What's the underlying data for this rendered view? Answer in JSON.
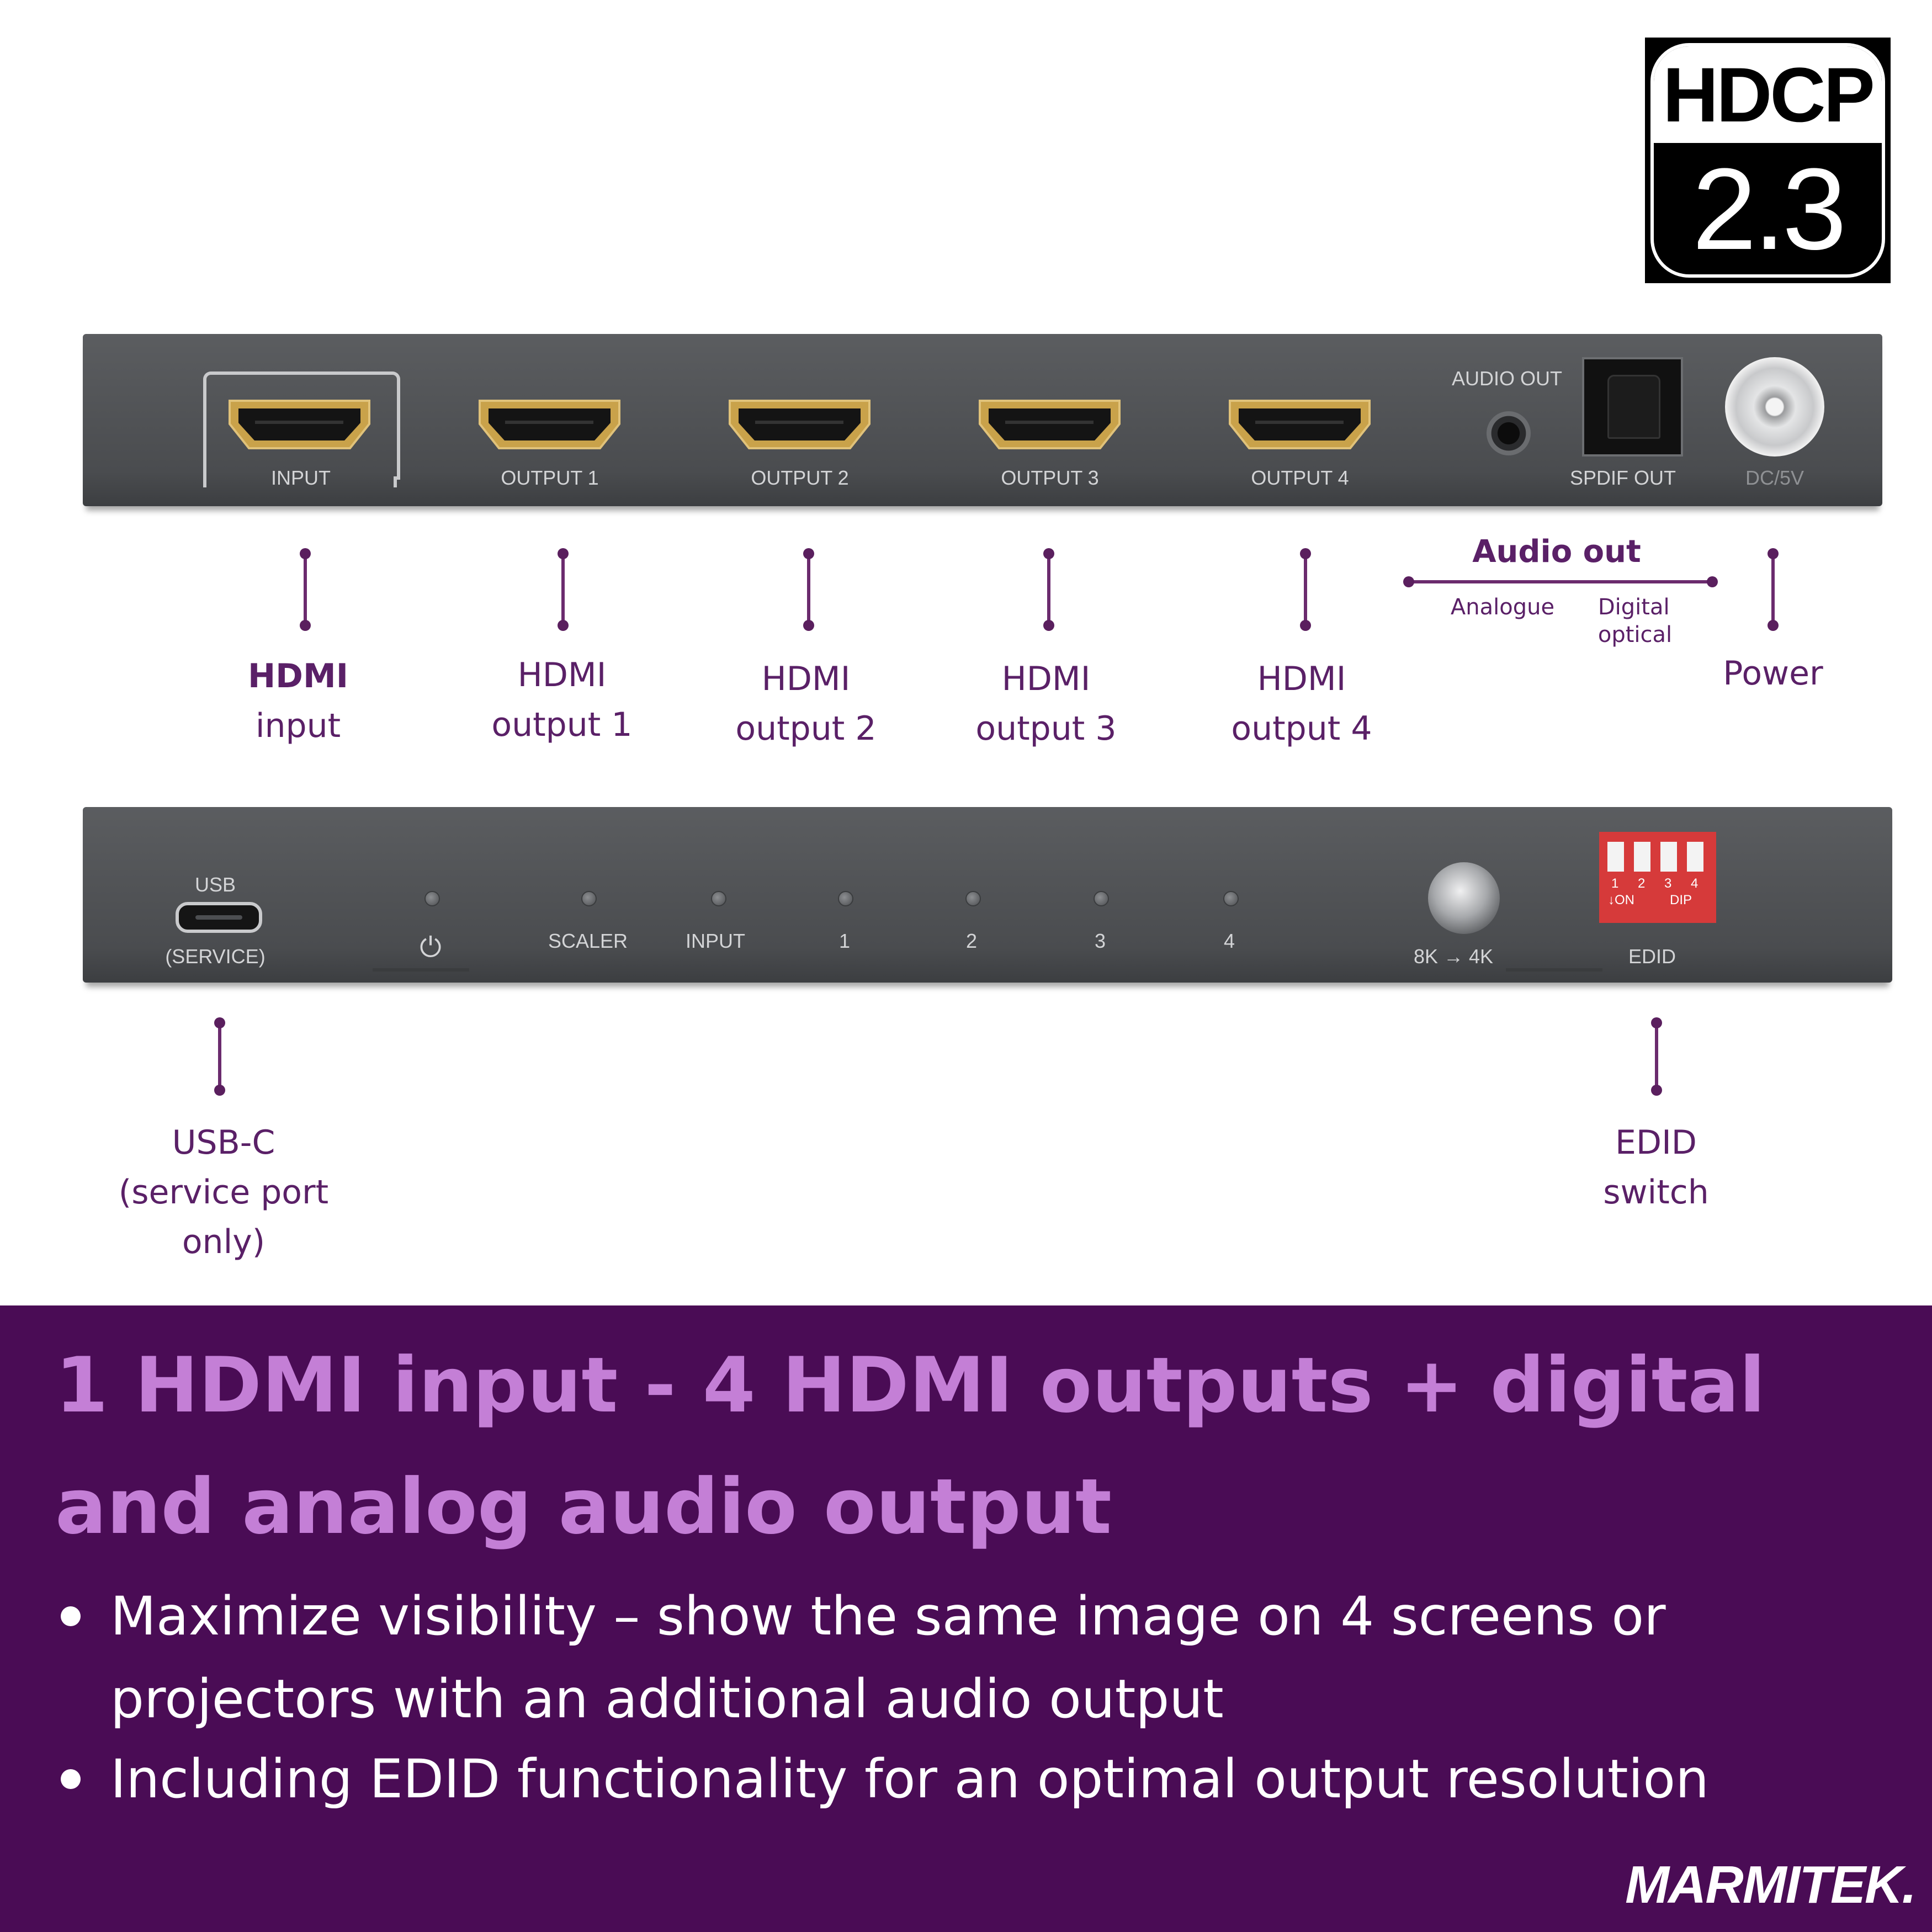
{
  "badge": {
    "top": "HDCP",
    "bottom": "2.3"
  },
  "back_panel": {
    "ports": [
      "INPUT",
      "OUTPUT 1",
      "OUTPUT 2",
      "OUTPUT 3",
      "OUTPUT 4"
    ],
    "audio_out_label": "AUDIO OUT",
    "spdif_label": "SPDIF OUT",
    "power_label": "DC/5V"
  },
  "front_panel": {
    "usb_label": "USB",
    "usb_service_label": "(SERVICE)",
    "power_symbol": "⏻",
    "led_labels": [
      "SCALER",
      "INPUT",
      "1",
      "2",
      "3",
      "4"
    ],
    "scaler_label": "8K → 4K",
    "dip_numbers": [
      "1",
      "2",
      "3",
      "4"
    ],
    "dip_on": "↓ON",
    "dip_label": "DIP",
    "edid_label": "EDID"
  },
  "callouts": {
    "hdmi_input": {
      "line1": "HDMI",
      "line2": "input"
    },
    "hdmi_output_1": {
      "line1": "HDMI",
      "line2": "output 1"
    },
    "hdmi_output_2": {
      "line1": "HDMI",
      "line2": "output 2"
    },
    "hdmi_output_3": {
      "line1": "HDMI",
      "line2": "output 3"
    },
    "hdmi_output_4": {
      "line1": "HDMI",
      "line2": "output 4"
    },
    "audio_out": {
      "title": "Audio out",
      "analogue": "Analogue",
      "digital_line1": "Digital",
      "digital_line2": "optical"
    },
    "power": "Power",
    "usb_c": {
      "line1": "USB-C",
      "line2": "(service port",
      "line3": "only)"
    },
    "edid": {
      "line1": "EDID",
      "line2": "switch"
    }
  },
  "banner": {
    "headline_line1": "1 HDMI input - 4 HDMI outputs + digital",
    "headline_line2": "and analog audio output",
    "bullet1": "Maximize visibility – show the same image on 4 screens or projectors with an additional audio output",
    "bullet2": "Including EDID functionality for an optimal output resolution",
    "brand": "MARMITEK."
  },
  "colors": {
    "band": "#4a0c55",
    "headline": "#c47fd6",
    "callout_text": "#5a2067",
    "connector": "#6b2b6e",
    "device": "#4e5053",
    "hdmi_gold": "#c9a24a",
    "dip_red": "#d63a3a"
  }
}
